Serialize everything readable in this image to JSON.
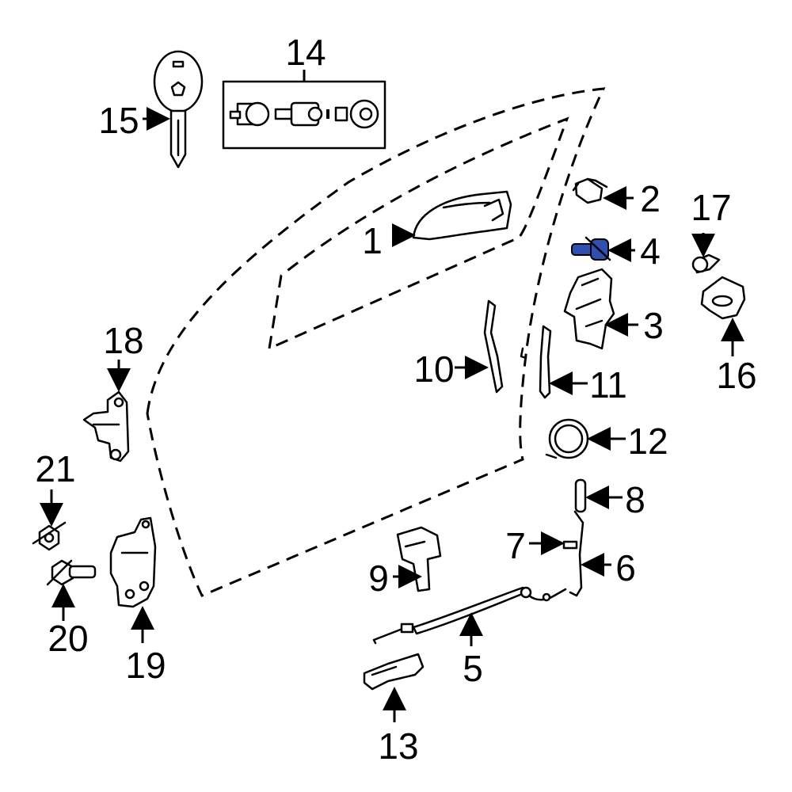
{
  "callouts": {
    "c1": "1",
    "c2": "2",
    "c3": "3",
    "c4": "4",
    "c5": "5",
    "c6": "6",
    "c7": "7",
    "c8": "8",
    "c9": "9",
    "c10": "10",
    "c11": "11",
    "c12": "12",
    "c13": "13",
    "c14": "14",
    "c15": "15",
    "c16": "16",
    "c17": "17",
    "c18": "18",
    "c19": "19",
    "c20": "20",
    "c21": "21"
  },
  "colors": {
    "line": "#000000",
    "highlight": "#2f4fb3",
    "background": "#ffffff"
  }
}
